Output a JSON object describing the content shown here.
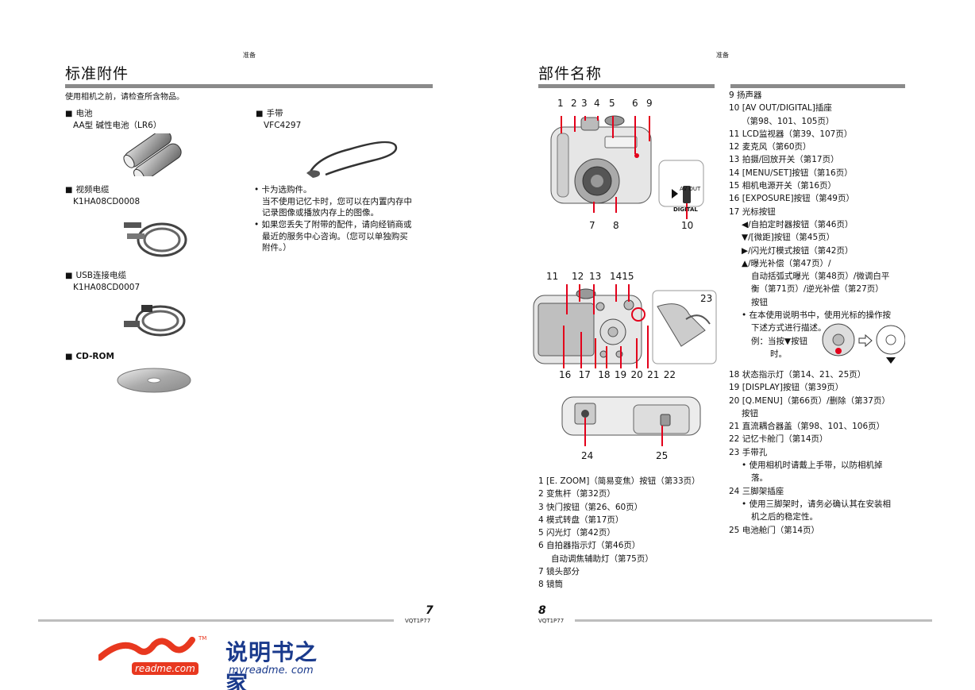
{
  "left_page": {
    "section": "准备",
    "title": "标准附件",
    "intro": "使用相机之前，请检查所含物品。",
    "accessories": [
      {
        "name": "电池",
        "code": "AA型 碱性电池（LR6）"
      },
      {
        "name": "手带",
        "code": "VFC4297"
      },
      {
        "name": "视频电缆",
        "code": "K1HA08CD0008"
      },
      {
        "name": "USB连接电缆",
        "code": "K1HA08CD0007"
      },
      {
        "name": "CD-ROM",
        "code": ""
      }
    ],
    "square_marker": "■",
    "notes": [
      {
        "lead": "• 卡为选购件。",
        "lines": [
          "当不使用记忆卡时，您可以在内置内存中",
          "记录图像或播放内存上的图像。"
        ]
      },
      {
        "lead": "• 如果您丢失了附带的配件，请向经销商或",
        "lines": [
          "最近的服务中心咨询。（您可以单独购买",
          "附件。）"
        ]
      }
    ],
    "page_number": "7",
    "page_code": "VQT1P77"
  },
  "right_page": {
    "section": "准备",
    "title": "部件名称",
    "cam1_numbers_top": [
      "1",
      "2",
      "3",
      "4",
      "5",
      "6",
      "9"
    ],
    "cam1_numbers_bottom": [
      "7",
      "8",
      "10"
    ],
    "cam1_inset": {
      "label1": "AV OUT",
      "label2": "DIGITAL"
    },
    "cam2_numbers_top": [
      "11",
      "12",
      "13",
      "1415"
    ],
    "cam2_numbers_bottom": [
      "16",
      "17",
      "18",
      "19",
      "20",
      "21",
      "22"
    ],
    "cam2_number_23": "23",
    "cam3_numbers": [
      "24",
      "25"
    ],
    "parts_left": [
      "1 [E. ZOOM]（简易变焦）按钮（第33页）",
      "2 变焦杆（第32页）",
      "3 快门按钮（第26、60页）",
      "4 模式转盘（第17页）",
      "5 闪光灯（第42页）",
      "6 自拍器指示灯（第46页）",
      "自动调焦辅助灯（第75页）",
      "7 镜头部分",
      "8 镜筒"
    ],
    "parts_right_top": [
      "9 扬声器",
      "10 [AV OUT/DIGITAL]插座",
      "（第98、101、105页）",
      "11 LCD监视器（第39、107页）",
      "12 麦克风（第60页）",
      "13 拍摄/回放开关（第17页）",
      "14 [MENU/SET]按钮（第16页）",
      "15 相机电源开关（第16页）",
      "16 [EXPOSURE]按钮（第49页）",
      "17 光标按钮",
      "◀/自拍定时器按钮（第46页）",
      "▼/[微距]按钮（第45页）",
      "▶/闪光灯模式按钮（第42页）",
      "▲/曝光补偿（第47页）/",
      "自动括弧式曝光（第48页）/微调白平",
      "衡（第71页）/逆光补偿（第27页）",
      "按钮",
      "• 在本使用说明书中，使用光标的操作按",
      "下述方式进行描述。",
      "例：当按▼按钮",
      "时。"
    ],
    "parts_right_bottom": [
      "18 状态指示灯（第14、21、25页）",
      "19 [DISPLAY]按钮（第39页）",
      "20 [Q.MENU]（第66页）/删除（第37页）",
      "按钮",
      "21 直流耦合器盖（第98、101、106页）",
      "22 记忆卡舱门（第14页）",
      "23 手带孔",
      "• 使用相机时请戴上手带，以防相机掉",
      "落。",
      "24 三脚架插座",
      "• 使用三脚架时，请务必确认其在安装相",
      "机之后的稳定性。",
      "25 电池舱门（第14页）"
    ],
    "page_number": "8",
    "page_code": "VQT1P77"
  },
  "watermark": {
    "brand_en": "readme",
    "brand_com": ".com",
    "tm": "TM",
    "brand_cn": "说明书之家",
    "url": "myreadme. com"
  },
  "colors": {
    "accent_red": "#e3001b",
    "rule_gray": "#8a8a8a",
    "logo_red": "#e8381f",
    "logo_blue": "#1a3a8c"
  }
}
